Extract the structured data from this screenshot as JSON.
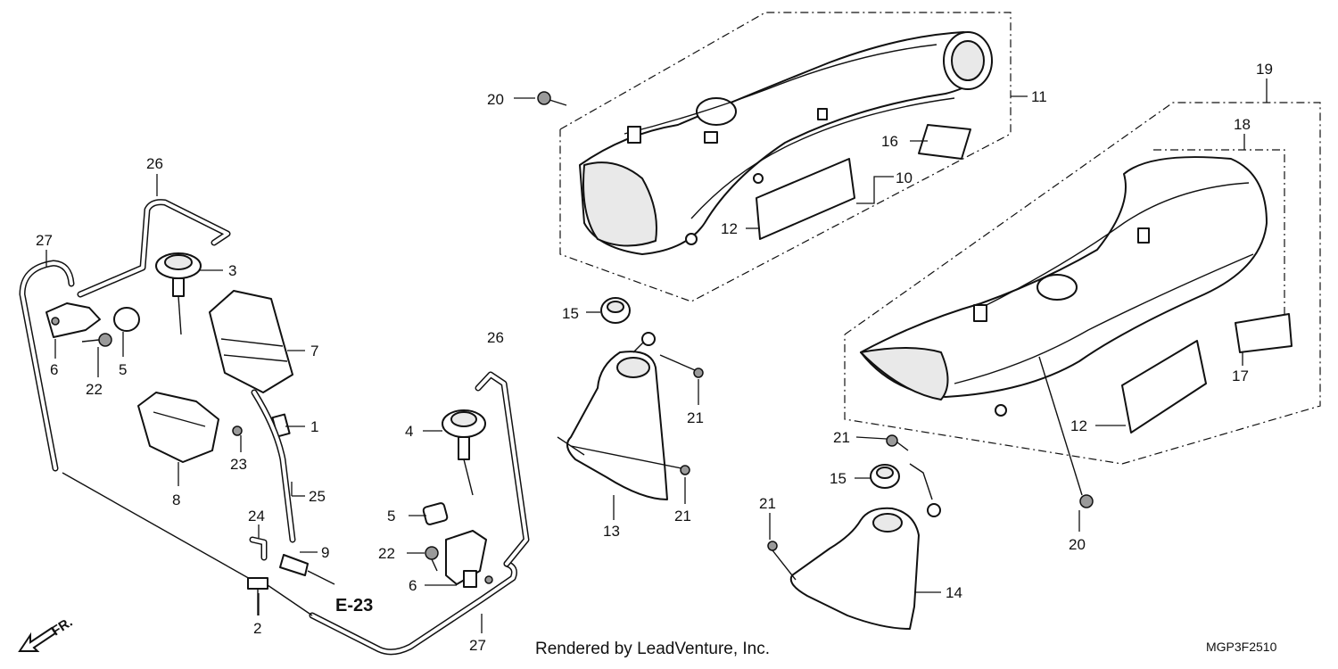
{
  "callouts": {
    "c1": "1",
    "c2": "2",
    "c3": "3",
    "c4": "4",
    "c5a": "5",
    "c5b": "5",
    "c6a": "6",
    "c6b": "6",
    "c7": "7",
    "c8": "8",
    "c9": "9",
    "c10": "10",
    "c11": "11",
    "c12a": "12",
    "c12b": "12",
    "c13": "13",
    "c14": "14",
    "c15a": "15",
    "c15b": "15",
    "c16": "16",
    "c17": "17",
    "c18": "18",
    "c19": "19",
    "c20a": "20",
    "c20b": "20",
    "c21a": "21",
    "c21b": "21",
    "c21c": "21",
    "c21d": "21",
    "c22a": "22",
    "c22b": "22",
    "c23": "23",
    "c24": "24",
    "c25": "25",
    "c26a": "26",
    "c26b": "26",
    "c27a": "27",
    "c27b": "27"
  },
  "reference": "E-23",
  "front_marker": "FR.",
  "credit": "Rendered by LeadVenture, Inc.",
  "diagram_code": "MGP3F2510"
}
